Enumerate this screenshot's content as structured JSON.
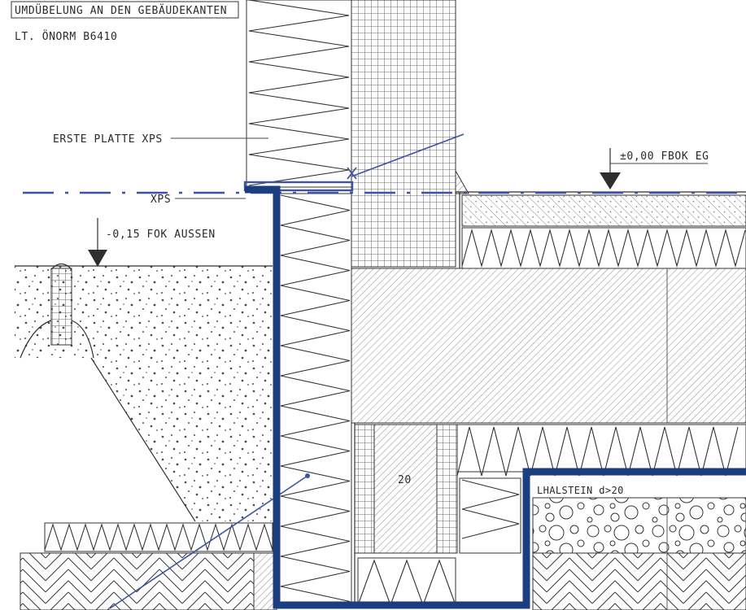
{
  "title_box": "UMDÜBELUNG AN DEN GEBÄUDEKANTEN",
  "norm": "LT. ÖNORM B6410",
  "labels": {
    "first_panel": "ERSTE PLATTE XPS",
    "xps": "XPS",
    "outside_level": "-0,15 FOK AUSSEN",
    "floor_level": "±0,00 FBOK EG",
    "dimension": "20",
    "gravel": "LHALSTEIN d>20"
  },
  "colors": {
    "annotation_blue": "#1c3d7e",
    "sketch_blue": "#3f53a3",
    "ink": "#2e2e2e"
  }
}
